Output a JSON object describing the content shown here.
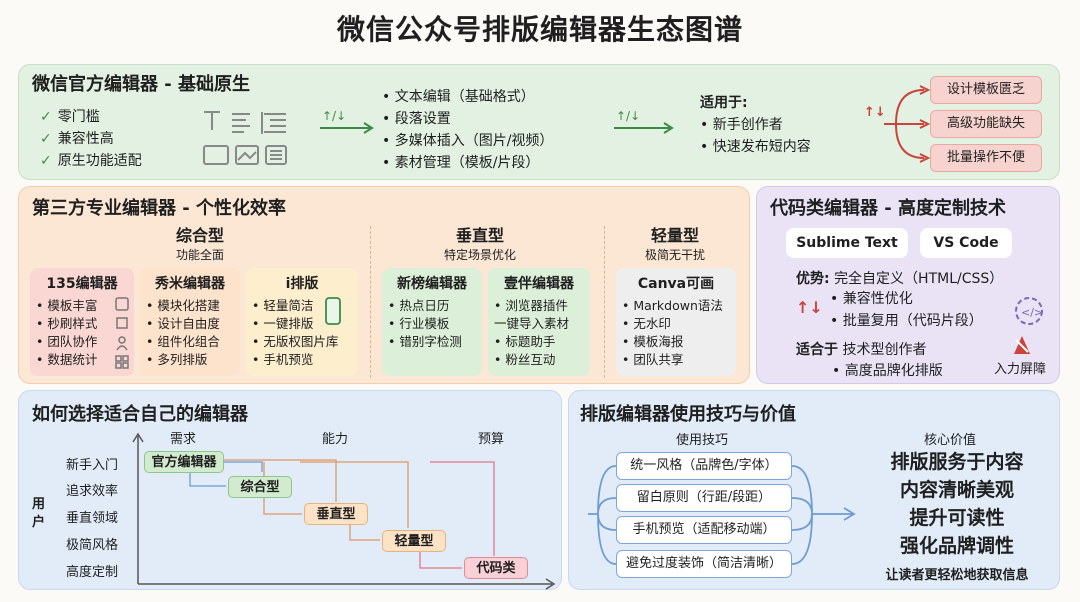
{
  "title": "微信公众号排版编辑器生态图谱",
  "official": {
    "header": "微信官方编辑器 - 基础原生",
    "checks": [
      "零门槛",
      "兼容性高",
      "原生功能适配"
    ],
    "features": [
      "• 文本编辑（基础格式）",
      "• 段落设置",
      "• 多媒体插入（图片/视频）",
      "• 素材管理（模板/片段）"
    ],
    "suited_label": "适用于:",
    "suited": [
      "• 新手创作者",
      "• 快速发布短内容"
    ],
    "limits": [
      "设计模板匮乏",
      "高级功能缺失",
      "批量操作不便"
    ]
  },
  "third": {
    "header": "第三方专业编辑器 - 个性化效率",
    "groups": [
      {
        "name": "综合型",
        "sub": "功能全面"
      },
      {
        "name": "垂直型",
        "sub": "特定场景优化"
      },
      {
        "name": "轻量型",
        "sub": "极简无干扰"
      }
    ],
    "cards": [
      {
        "title": "135编辑器",
        "items": [
          "• 模板丰富",
          "• 秒刷样式",
          "• 团队协作",
          "• 数据统计"
        ]
      },
      {
        "title": "秀米编辑器",
        "items": [
          "• 模块化搭建",
          "• 设计自由度",
          "• 组件化组合",
          "• 多列排版"
        ]
      },
      {
        "title": "i排版",
        "items": [
          "• 轻量简洁",
          "• 一键排版",
          "• 无版权图片库",
          "• 手机预览"
        ]
      },
      {
        "title": "新榜编辑器",
        "items": [
          "• 热点日历",
          "• 行业模板",
          "• 错别字检测"
        ]
      },
      {
        "title": "壹伴编辑器",
        "items": [
          "• 浏览器插件",
          "一键导入素材",
          "• 标题助手",
          "• 粉丝互动"
        ]
      },
      {
        "title": "Canva可画",
        "items": [
          "• Markdown语法",
          "• 无水印",
          "• 模板海报",
          "• 团队共享"
        ]
      }
    ]
  },
  "code": {
    "header": "代码类编辑器 - 高度定制技术",
    "tools": [
      "Sublime Text",
      "VS Code"
    ],
    "adv_label": "优势:",
    "adv": [
      "完全自定义（HTML/CSS）",
      "• 兼容性优化",
      "• 批量复用（代码片段）"
    ],
    "suit_label": "适合于",
    "suit": [
      "技术型创作者",
      "• 高度品牌化排版"
    ],
    "barrier": "入力屏障"
  },
  "choose": {
    "header": "如何选择适合自己的编辑器",
    "axis_top": [
      "需求",
      "能力",
      "预算"
    ],
    "axis_side": "用户",
    "rows": [
      "新手入门",
      "追求效率",
      "垂直领域",
      "极简风格",
      "高度定制"
    ],
    "nodes": [
      "官方编辑器",
      "综合型",
      "垂直型",
      "轻量型",
      "代码类"
    ]
  },
  "tips": {
    "header": "排版编辑器使用技巧与价值",
    "col1": "使用技巧",
    "col2": "核心价值",
    "items": [
      "统一风格（品牌色/字体）",
      "留白原则（行距/段距）",
      "手机预览（适配移动端）",
      "避免过度装饰（简洁清晰）"
    ],
    "values": [
      "排版服务于内容",
      "内容清晰美观",
      "提升可读性",
      "强化品牌调性"
    ],
    "footer": "让读者更轻松地获取信息"
  },
  "colors": {
    "green": "#e3f1e3",
    "orange": "#fbe7d4",
    "purple": "#e9e3f5",
    "blue": "#e2ecf8",
    "red": "#c9443a"
  }
}
